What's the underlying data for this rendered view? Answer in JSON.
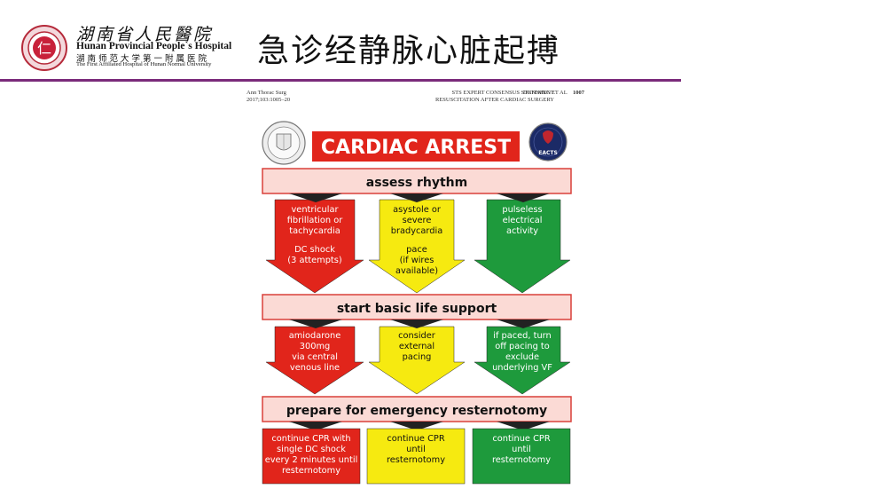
{
  "header": {
    "hospital_name_cn": "湖南省人民醫院",
    "hospital_name_en": "Hunan Provincial People`s Hospital",
    "hospital_affiliation_cn": "湖南师范大学第一附属医院",
    "hospital_affiliation_en": "The First Affiliated Hospital of Hunan Normal University",
    "logo_glyph": "仁"
  },
  "slide_title": "急诊经静脉心脏起搏",
  "journal": {
    "left_line1": "Ann Thorac Surg",
    "left_line2": "2017;103:1005–20",
    "right_line1": "STS EXPERT CONSENSUS STATEMENT",
    "right_line2": "RESUSCITATION AFTER CARDIAC SURGERY",
    "authors": "DUNNING ET AL",
    "page": "1007"
  },
  "flowchart": {
    "title": "CARDIAC ARREST",
    "eacts_logo_text": "EACTS",
    "band1": "assess rhythm",
    "band2": "start basic life support",
    "band3": "prepare for emergency resternotomy",
    "col_red": {
      "row1": [
        "ventricular",
        "fibrillation or",
        "tachycardia",
        "",
        "DC shock",
        "(3 attempts)"
      ],
      "row2": [
        "amiodarone",
        "300mg",
        "via central",
        "venous line"
      ],
      "row3": [
        "continue CPR with",
        "single DC shock",
        "every 2 minutes until",
        "resternotomy"
      ]
    },
    "col_yellow": {
      "row1": [
        "asystole or",
        "severe",
        "bradycardia",
        "",
        "pace",
        "(if wires",
        "available)"
      ],
      "row2": [
        "consider",
        "external",
        "pacing"
      ],
      "row3": [
        "continue CPR",
        "until",
        "resternotomy"
      ]
    },
    "col_green": {
      "row1": [
        "pulseless",
        "electrical",
        "activity"
      ],
      "row2": [
        "if paced, turn",
        "off pacing to",
        "exclude",
        "underlying VF"
      ],
      "row3": [
        "continue CPR",
        "until",
        "resternotomy"
      ]
    },
    "colors": {
      "red": "#e1251b",
      "yellow": "#f6ea10",
      "green": "#1e9a3c",
      "band_fill": "#fbdad5",
      "band_border": "#d9403a",
      "title_fill": "#e1251b",
      "rule": "#7a2a7a"
    }
  }
}
